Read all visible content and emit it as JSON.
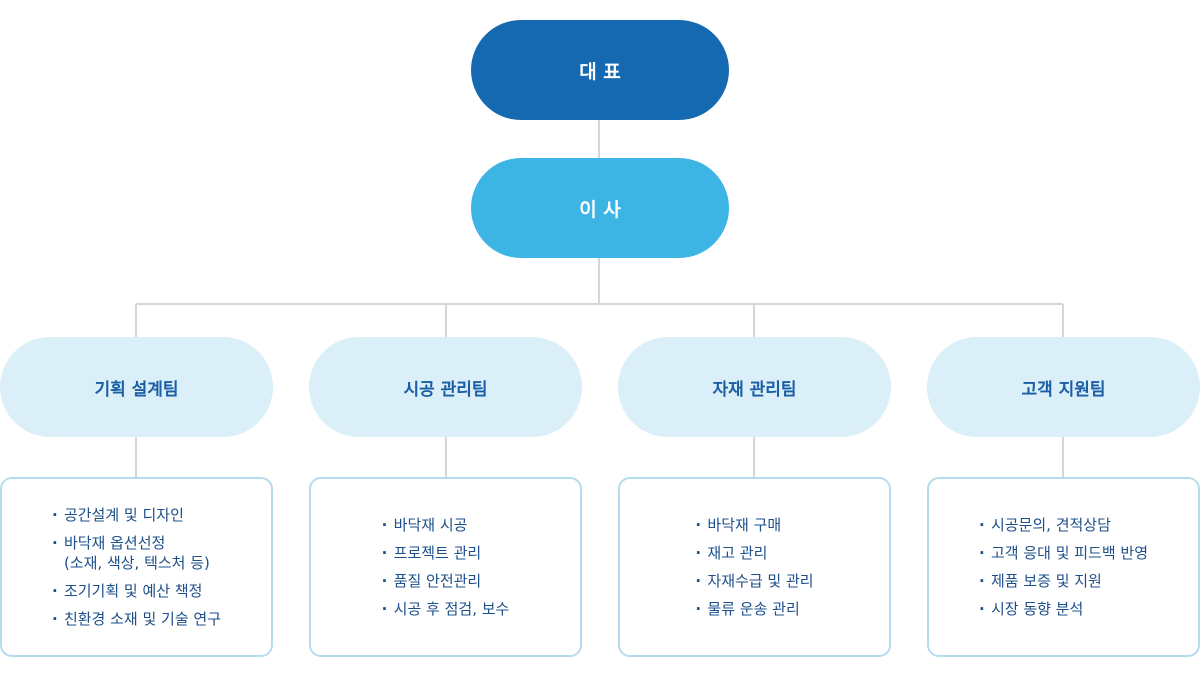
{
  "org_chart": {
    "ceo": {
      "label": "대 표"
    },
    "director": {
      "label": "이 사"
    },
    "teams": [
      {
        "name": "기획 설계팀",
        "duties": [
          {
            "text": "공간설계 및 디자인"
          },
          {
            "text": "바닥재 옵션선정",
            "sub": "(소재, 색상, 텍스처 등)"
          },
          {
            "text": "조기기획 및 예산 책정"
          },
          {
            "text": "친환경 소재 및 기술 연구"
          }
        ]
      },
      {
        "name": "시공 관리팀",
        "duties": [
          {
            "text": "바닥재 시공"
          },
          {
            "text": "프로젝트 관리"
          },
          {
            "text": "품질 안전관리"
          },
          {
            "text": "시공 후 점검, 보수"
          }
        ]
      },
      {
        "name": "자재 관리팀",
        "duties": [
          {
            "text": "바닥재 구매"
          },
          {
            "text": "재고 관리"
          },
          {
            "text": "자재수급 및 관리"
          },
          {
            "text": "물류 운송 관리"
          }
        ]
      },
      {
        "name": "고객 지원팀",
        "duties": [
          {
            "text": "시공문의, 견적상담"
          },
          {
            "text": "고객 응대 및 피드백 반영"
          },
          {
            "text": "제품 보증 및 지원"
          },
          {
            "text": "시장 동향 분석"
          }
        ]
      }
    ],
    "colors": {
      "ceo": "#1469b0",
      "director": "#3cb4e4",
      "team": "#dbeff8",
      "team_text": "#1a5ea5",
      "box_border": "#b5dcee",
      "connector": "#d6d6d6"
    }
  }
}
